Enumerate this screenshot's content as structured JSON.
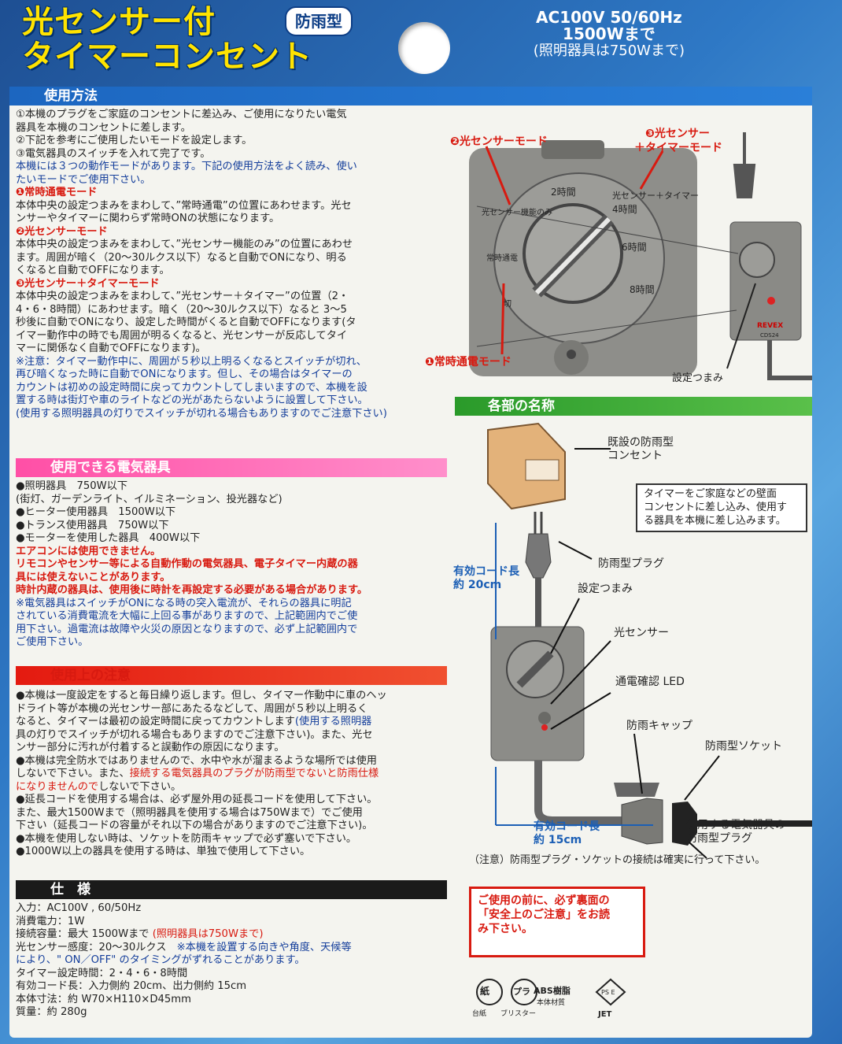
{
  "header": {
    "title_line1": "光センサー付",
    "title_line2": "タイマーコンセント",
    "badge": "防雨型",
    "rating": "AC100V 50/60Hz",
    "max_watt": "1500Wまで",
    "max_light": "(照明器具は750Wまで)"
  },
  "usage": {
    "heading": "使用方法",
    "lines": [
      "①本機のプラグをご家庭のコンセントに差込み、ご使用になりたい電気",
      "器具を本機のコンセントに差します。",
      "②下記を参考にご使用したいモードを設定します。",
      "③電気器具のスイッチを入れて完了です。"
    ],
    "note1": "本機には３つの動作モードがあります。下記の使用方法をよく読み、使い",
    "note2": "たいモードでご使用下さい。",
    "mode1_title": "❶常時通電モード",
    "mode1_lines": [
      "本体中央の設定つまみをまわして、”常時通電”の位置にあわせます。光セ",
      "ンサーやタイマーに関わらず常時ONの状態になります。"
    ],
    "mode2_title": "❷光センサーモード",
    "mode2_lines": [
      "本体中央の設定つまみをまわして、”光センサー機能のみ”の位置にあわせ",
      "ます。周囲が暗く（20〜30ルクス以下）なると自動でONになり、明る",
      "くなると自動でOFFになります。"
    ],
    "mode3_title": "❸光センサー＋タイマーモード",
    "mode3_lines": [
      "本体中央の設定つまみをまわして、”光センサー＋タイマー”の位置（2・",
      "4・6・8時間）にあわせます。暗く（20〜30ルクス以下）なると 3〜5",
      "秒後に自動でONになり、設定した時間がくると自動でOFFになります(タ",
      "イマー動作中の時でも周囲が明るくなると、光センサーが反応してタイ",
      "マーに関係なく自動でOFFになります)。"
    ],
    "caution_lines": [
      "※注意：タイマー動作中に、周囲が５秒以上明るくなるとスイッチが切れ、",
      "再び暗くなった時に自動でONになります。但し、その場合はタイマーの",
      "カウントは初めの設定時間に戻ってカウントしてしまいますので、本機を設",
      "置する時は街灯や車のライトなどの光があたらないように設置して下さい。",
      "(使用する照明器具の灯りでスイッチが切れる場合もありますのでご注意下さい)"
    ]
  },
  "devices": {
    "heading": "使用できる電気器具",
    "items": [
      "●照明器具　750W以下",
      "(街灯、ガーデンライト、イルミネーション、投光器など)",
      "●ヒーター使用器具　1500W以下",
      "●トランス使用器具　750W以下",
      "●モーターを使用した器具　400W以下"
    ],
    "red_lines": [
      "エアコンには使用できません。",
      "リモコンやセンサー等による自動作動の電気器具、電子タイマー内蔵の器",
      "具には使えないことがあります。",
      "時計内蔵の器具は、使用後に時計を再設定する必要がある場合があります。"
    ],
    "blue_lines": [
      "※電気器具はスイッチがONになる時の突入電流が、それらの器具に明記",
      "されている消費電流を大幅に上回る事がありますので、上記範囲内でご使",
      "用下さい。過電流は故障や火災の原因となりますので、必ず上記範囲内で",
      "ご使用下さい。"
    ]
  },
  "precautions": {
    "heading": "使用上の注意",
    "lines": [
      "●本機は一度設定をすると毎日繰り返します。但し、タイマー作動中に車のヘッ",
      "ドライト等が本機の光センサー部にあたるなどして、周囲が５秒以上明るく",
      "なると、タイマーは最初の設定時間に戻ってカウントします",
      "具の灯りでスイッチが切れる場合もありますのでご注意下さい)。また、光セ",
      "ンサー部分に汚れが付着すると誤動作の原因になります。",
      "●本機は完全防水ではありませんので、水中や水が溜まるような場所では使用",
      "しないで下さい。また、",
      "しないで下さい。",
      "●延長コードを使用する場合は、必ず屋外用の延長コードを使用して下さい。",
      "また、最大1500Wまで（照明器具を使用する場合は750Wまで）でご使用",
      "下さい（延長コードの容量がそれ以下の場合がありますのでご注意下さい)。",
      "●本機を使用しない時は、ソケットを防雨キャップで必ず塞いで下さい。",
      "●1000W以上の器具を使用する時は、単独で使用して下さい。"
    ],
    "blue1": "(使用する照明器",
    "red1": "接続する電気器具のプラグが防雨型でないと防雨仕様",
    "red2": "になりませんので"
  },
  "specs": {
    "heading": "仕　様",
    "rows": [
      "入力：AC100V , 60/50Hz",
      "消費電力：1W",
      "接続容量：最大 1500Wまで",
      "光センサー感度：20〜30ルクス",
      "により、\" ON／OFF\" のタイミングがずれることがあります。",
      "タイマー設定時間：2・4・6・8時間",
      "有効コード長：入力側約 20cm、出力側約 15cm",
      "本体寸法：約 W70×H110×D45mm",
      "質量：約 280g"
    ],
    "red_note": "(照明器具は750Wまで)",
    "blue_note": "※本機を設置する向きや角度、天候等"
  },
  "dial": {
    "mode2": "❷光センサーモード",
    "mode3a": "❸光センサー",
    "mode3b": "＋タイマーモード",
    "mode1": "❶常時通電モード",
    "knob": "設定つまみ",
    "marks": [
      "光センサー機能のみ",
      "2時間",
      "光センサー＋タイマー",
      "4時間",
      "6時間",
      "8時間",
      "常時通電",
      "切"
    ],
    "brand": "REVEX",
    "model": "CDS24"
  },
  "parts": {
    "heading": "各部の名称",
    "existing": "既設の防雨型\nコンセント",
    "box_text": "タイマーをご家庭などの壁面\nコンセントに差し込み、使用す\nる器具を本機に差し込みます。",
    "plug": "防雨型プラグ",
    "cord1": "有効コード長\n約 20cm",
    "knob": "設定つまみ",
    "sensor": "光センサー",
    "led": "通電確認 LED",
    "cap": "防雨キャップ",
    "socket": "防雨型ソケット",
    "cord2": "有効コード長\n約 15cm",
    "user_plug": "使用する電気器具の\n防雨型プラグ",
    "note": "（注意）防雨型プラグ・ソケットの接続は確実に行って下さい。"
  },
  "warning": "ご使用の前に、必ず裏面の\n「安全上のご注意」をお読\nみ下さい。",
  "marks": {
    "paper": "紙",
    "paper_label": "台紙",
    "pla": "プラ",
    "pla_label": "ブリスター",
    "abs": "ABS樹脂",
    "abs_label": "本体材質",
    "pse": "PS E",
    "jet": "JET"
  }
}
